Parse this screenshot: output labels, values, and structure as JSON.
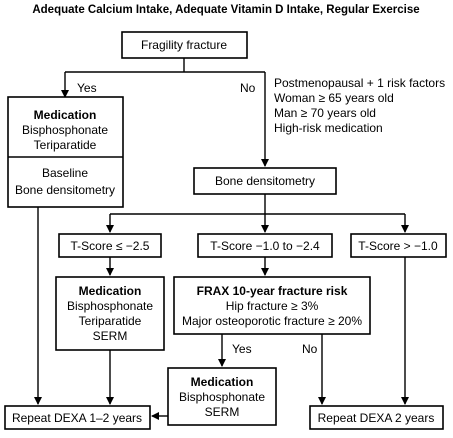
{
  "title": "Adequate Calcium Intake, Adequate Vitamin D Intake, Regular Exercise",
  "nodes": {
    "fragility": "Fragility fracture",
    "med_left": {
      "heading": "Medication",
      "line1": "Bisphosphonate",
      "line2": "Teriparatide"
    },
    "baseline": {
      "line1": "Baseline",
      "line2": "Bone densitometry"
    },
    "criteria": [
      "Postmenopausal + 1 risk factors",
      "Woman ≥ 65 years old",
      "Man ≥ 70 years old",
      "High-risk medication"
    ],
    "densitometry": "Bone densitometry",
    "tscore_low": "T-Score ≤ −2.5",
    "tscore_mid": "T-Score −1.0 to −2.4",
    "tscore_high": "T-Score > −1.0",
    "med_serm": {
      "heading": "Medication",
      "line1": "Bisphosphonate",
      "line2": "Teriparatide",
      "line3": "SERM"
    },
    "frax": {
      "heading": "FRAX 10-year fracture risk",
      "line1": "Hip fracture ≥ 3%",
      "line2": "Major osteoporotic fracture ≥ 20%"
    },
    "med_bottom": {
      "heading": "Medication",
      "line1": "Bisphosphonate",
      "line2": "SERM"
    },
    "repeat_1_2": "Repeat DEXA 1–2 years",
    "repeat_2": "Repeat DEXA 2 years"
  },
  "edge_labels": {
    "yes_top": "Yes",
    "no_top": "No",
    "yes_frax": "Yes",
    "no_frax": "No"
  }
}
